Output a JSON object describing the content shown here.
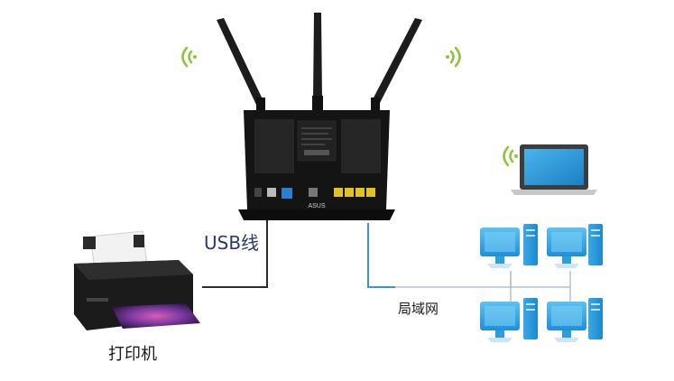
{
  "labels": {
    "usb_cable": "USB线",
    "printer": "打印机",
    "lan": "局域网"
  },
  "router": {
    "brand_text": "ASUS"
  },
  "colors": {
    "usb_line": "#2b2b2b",
    "lan_line": "#3a93d8",
    "router_body": "#141414",
    "monitor_blue": "#2aa6e6",
    "wifi_green": "#8cc63f",
    "port_yellow": "#e2c21f"
  },
  "icons": [
    "router-icon",
    "printer-icon",
    "laptop-icon",
    "desktop-computer-icon",
    "wifi-signal-icon"
  ]
}
